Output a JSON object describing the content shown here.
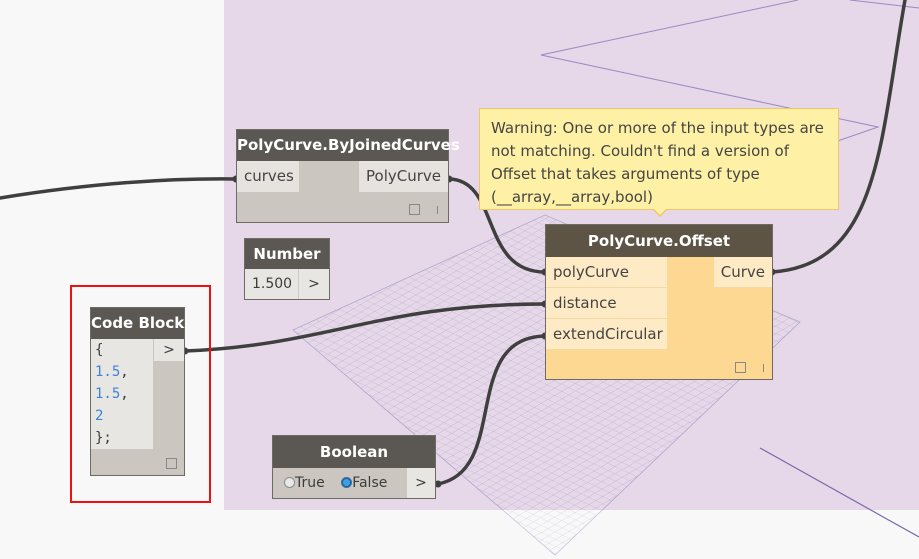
{
  "canvas": {
    "background_color": "#e6d8e8",
    "outside_color": "#f8f8f8",
    "wire_color": "#3f3f3f",
    "grid_color": "#a9a0c8"
  },
  "nodes": {
    "joined_curves": {
      "title": "PolyCurve.ByJoinedCurves",
      "inputs": [
        "curves"
      ],
      "outputs": [
        "PolyCurve"
      ]
    },
    "number": {
      "title": "Number",
      "value": "1.500",
      "output": ">"
    },
    "code_block": {
      "title": "Code Block",
      "lines": [
        {
          "text": "{",
          "type": "punct"
        },
        {
          "text": "1.5",
          "suffix": ",",
          "type": "num"
        },
        {
          "text": "1.5",
          "suffix": ",",
          "type": "num"
        },
        {
          "text": "2",
          "suffix": "",
          "type": "num"
        },
        {
          "text": "};",
          "type": "punct"
        }
      ],
      "output": ">"
    },
    "offset": {
      "title": "PolyCurve.Offset",
      "inputs": [
        "polyCurve",
        "distance",
        "extendCircular"
      ],
      "outputs": [
        "Curve"
      ],
      "state": "warning"
    },
    "boolean": {
      "title": "Boolean",
      "options": [
        "True",
        "False"
      ],
      "selected": "False",
      "output": ">"
    }
  },
  "tooltip": {
    "text": "Warning: One or more of the input types are not matching. Couldn't find a version of Offset that takes arguments of type (__array,__array,bool)"
  },
  "selection": {
    "highlighted_node": "Code Block",
    "color": "#ee1111"
  }
}
